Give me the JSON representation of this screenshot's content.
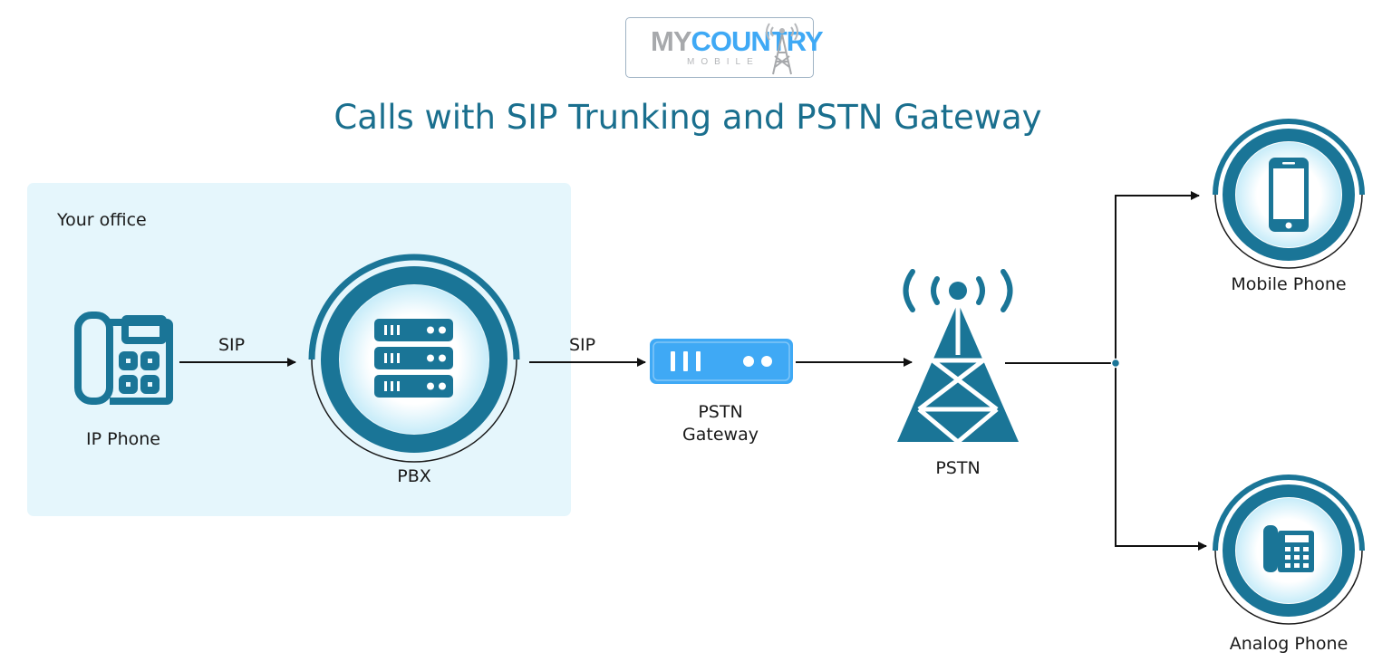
{
  "logo": {
    "part1": "MY",
    "part2": "COUNTRY",
    "sub": "MOBILE"
  },
  "title": "Calls with SIP Trunking and PSTN Gateway",
  "office_label": "Your office",
  "nodes": {
    "ip_phone": "IP Phone",
    "pbx": "PBX",
    "gateway_line1": "PSTN",
    "gateway_line2": "Gateway",
    "pstn": "PSTN",
    "mobile": "Mobile Phone",
    "analog": "Analog Phone"
  },
  "edges": {
    "sip_1": "SIP",
    "sip_2": "SIP"
  },
  "colors": {
    "primary": "#1a7597",
    "title": "#1a6f8e",
    "office_bg": "#e5f6fc",
    "accent_blue": "#3fa9f5"
  }
}
